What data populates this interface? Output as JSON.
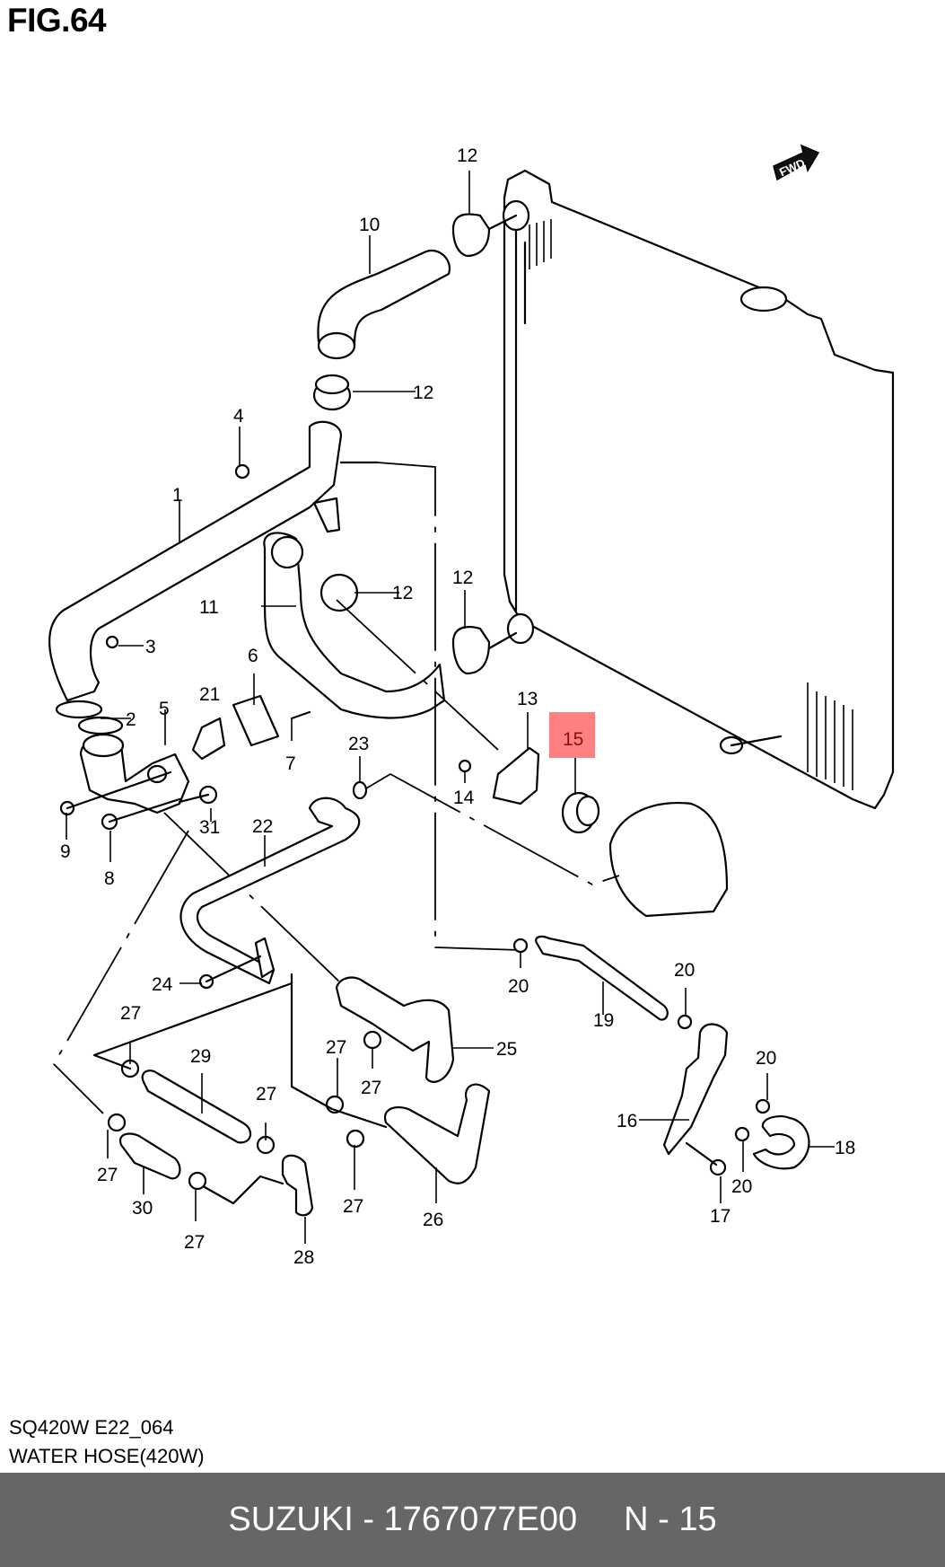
{
  "figure": {
    "title": "FIG.64",
    "code": "SQ420W E22_064",
    "name": "WATER HOSE(420W)",
    "direction_badge": "FWD",
    "highlight_color": "#ff8080",
    "callouts": [
      {
        "id": "c1",
        "label": "1"
      },
      {
        "id": "c2",
        "label": "2"
      },
      {
        "id": "c3",
        "label": "3"
      },
      {
        "id": "c4",
        "label": "4"
      },
      {
        "id": "c5",
        "label": "5"
      },
      {
        "id": "c6",
        "label": "6"
      },
      {
        "id": "c7",
        "label": "7"
      },
      {
        "id": "c8",
        "label": "8"
      },
      {
        "id": "c9",
        "label": "9"
      },
      {
        "id": "c10",
        "label": "10"
      },
      {
        "id": "c11",
        "label": "11"
      },
      {
        "id": "c12a",
        "label": "12"
      },
      {
        "id": "c12b",
        "label": "12"
      },
      {
        "id": "c12c",
        "label": "12"
      },
      {
        "id": "c12d",
        "label": "12"
      },
      {
        "id": "c13",
        "label": "13"
      },
      {
        "id": "c14",
        "label": "14"
      },
      {
        "id": "c15",
        "label": "15",
        "highlighted": true
      },
      {
        "id": "c16",
        "label": "16"
      },
      {
        "id": "c17",
        "label": "17"
      },
      {
        "id": "c18",
        "label": "18"
      },
      {
        "id": "c19",
        "label": "19"
      },
      {
        "id": "c20a",
        "label": "20"
      },
      {
        "id": "c20b",
        "label": "20"
      },
      {
        "id": "c20c",
        "label": "20"
      },
      {
        "id": "c20d",
        "label": "20"
      },
      {
        "id": "c21",
        "label": "21"
      },
      {
        "id": "c22",
        "label": "22"
      },
      {
        "id": "c23",
        "label": "23"
      },
      {
        "id": "c24",
        "label": "24"
      },
      {
        "id": "c25",
        "label": "25"
      },
      {
        "id": "c26",
        "label": "26"
      },
      {
        "id": "c27a",
        "label": "27"
      },
      {
        "id": "c27b",
        "label": "27"
      },
      {
        "id": "c27c",
        "label": "27"
      },
      {
        "id": "c27d",
        "label": "27"
      },
      {
        "id": "c27e",
        "label": "27"
      },
      {
        "id": "c27f",
        "label": "27"
      },
      {
        "id": "c27g",
        "label": "27"
      },
      {
        "id": "c28",
        "label": "28"
      },
      {
        "id": "c29",
        "label": "29"
      },
      {
        "id": "c30",
        "label": "30"
      },
      {
        "id": "c31",
        "label": "31"
      }
    ]
  },
  "footer": {
    "brand": "SUZUKI",
    "separator": "-",
    "part_number": "1767077E00",
    "position_label": "N - 15"
  }
}
